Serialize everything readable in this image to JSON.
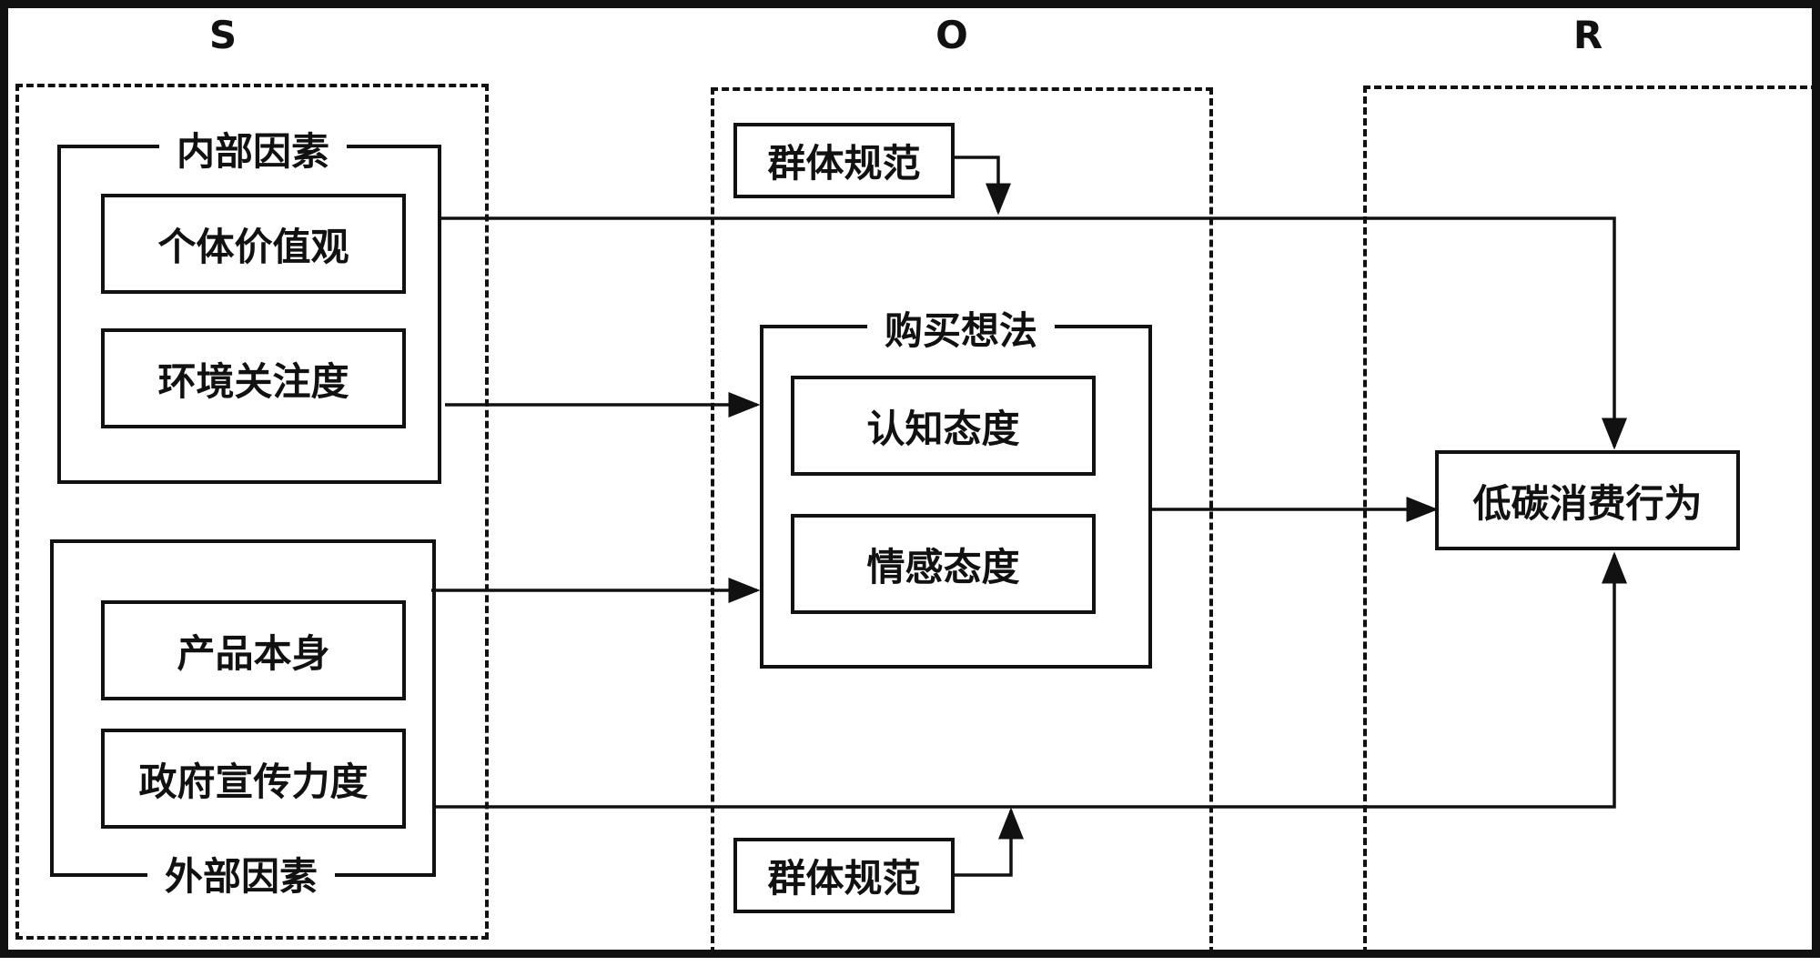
{
  "columns": {
    "s": "S",
    "o": "O",
    "r": "R"
  },
  "stimulus": {
    "internal": {
      "label": "内部因素",
      "items": [
        "个体价值观",
        "环境关注度"
      ]
    },
    "external": {
      "label": "外部因素",
      "items": [
        "产品本身",
        "政府宣传力度"
      ]
    }
  },
  "organism": {
    "norm_top": "群体规范",
    "purchase": {
      "label": "购买想法",
      "items": [
        "认知态度",
        "情感态度"
      ]
    },
    "norm_bottom": "群体规范"
  },
  "response": {
    "behavior": "低碳消费行为"
  },
  "colors": {
    "stroke": "#111111",
    "background": "#ffffff"
  }
}
